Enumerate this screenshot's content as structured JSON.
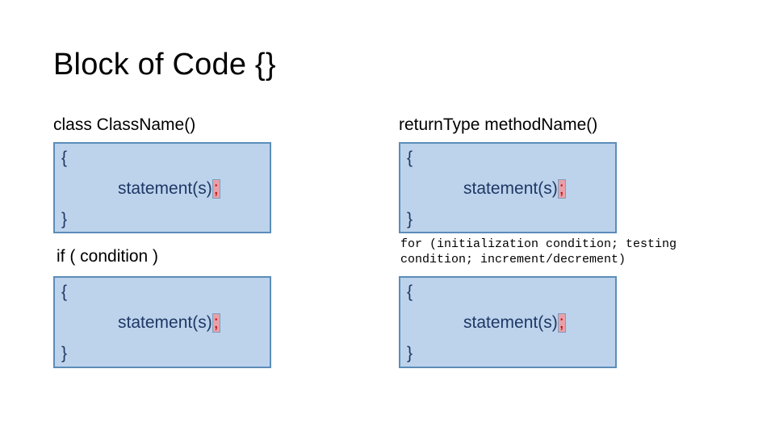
{
  "slide": {
    "title": "Block of Code {}"
  },
  "left_column": {
    "sections": [
      {
        "heading": "class ClassName()",
        "block": {
          "brace_open": "{",
          "statement": "statement(s)",
          "semicolon": ";",
          "brace_close": "}"
        }
      },
      {
        "heading": "if ( condition )",
        "block": {
          "brace_open": "{",
          "statement": "statement(s)",
          "semicolon": ";",
          "brace_close": "}"
        }
      }
    ]
  },
  "right_column": {
    "sections": [
      {
        "heading": "returnType methodName()",
        "block": {
          "brace_open": "{",
          "statement": "statement(s)",
          "semicolon": ";",
          "brace_close": "}"
        }
      },
      {
        "heading": "for (initialization condition; testing condition; increment/decrement)",
        "block": {
          "brace_open": "{",
          "statement": "statement(s)",
          "semicolon": ";",
          "brace_close": "}"
        }
      }
    ]
  },
  "colors": {
    "block_fill": "#BDD3EC",
    "block_border": "#5B8DB8",
    "code_text": "#1F3864",
    "highlight_fill": "#E8A0A8",
    "highlight_text": "#C00000",
    "heading_text": "#000000",
    "background": "#FFFFFF"
  }
}
